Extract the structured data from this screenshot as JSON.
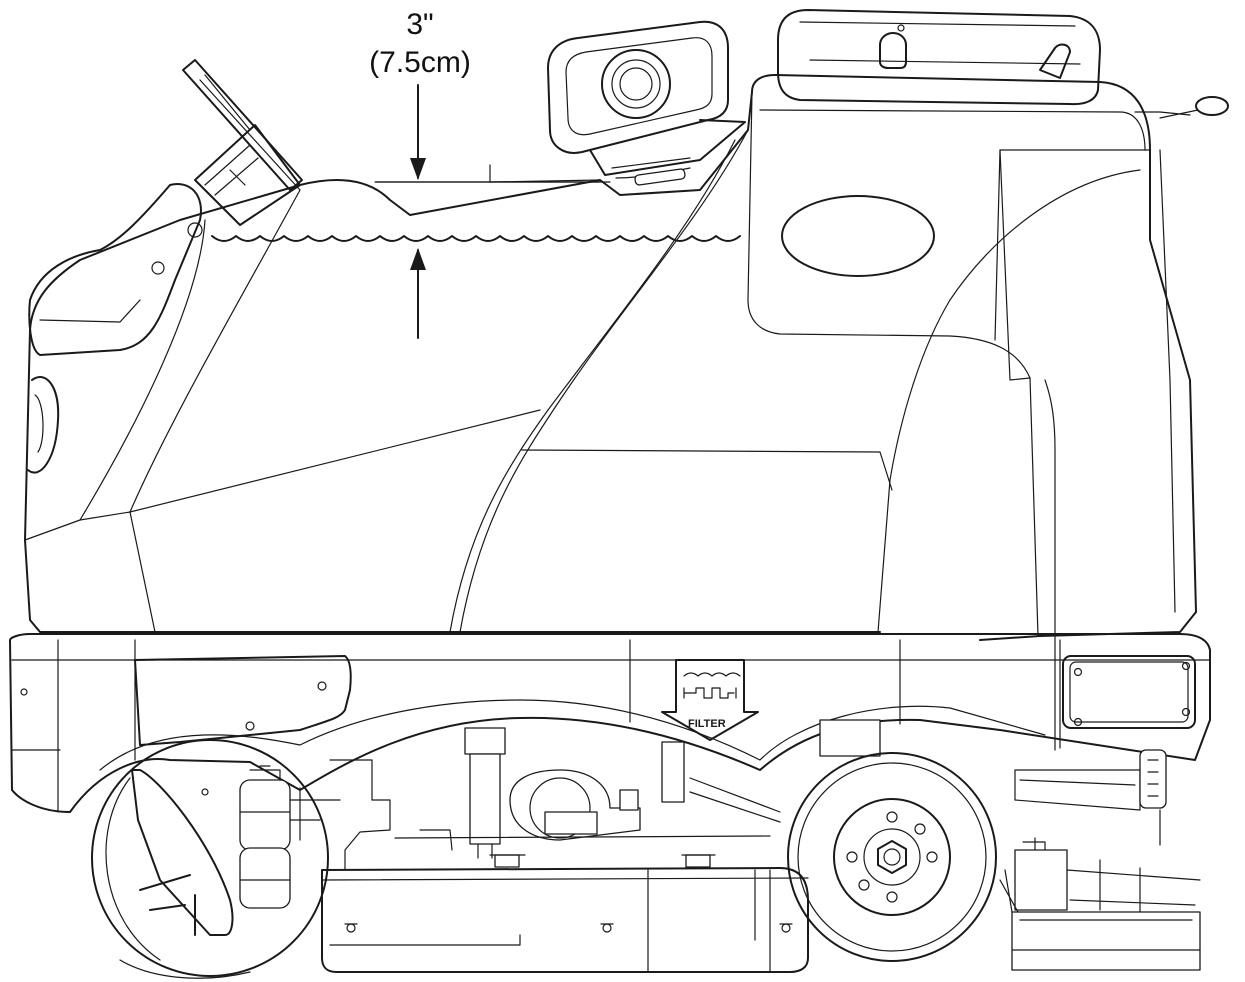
{
  "dimension": {
    "imperial": "3\"",
    "metric": "(7.5cm)"
  },
  "decal": {
    "label": "FILTER"
  },
  "colors": {
    "line": "#1a1a1a",
    "background": "#ffffff"
  },
  "icons": {
    "filter_decal": "wave-over-filter-arrow-icon"
  }
}
